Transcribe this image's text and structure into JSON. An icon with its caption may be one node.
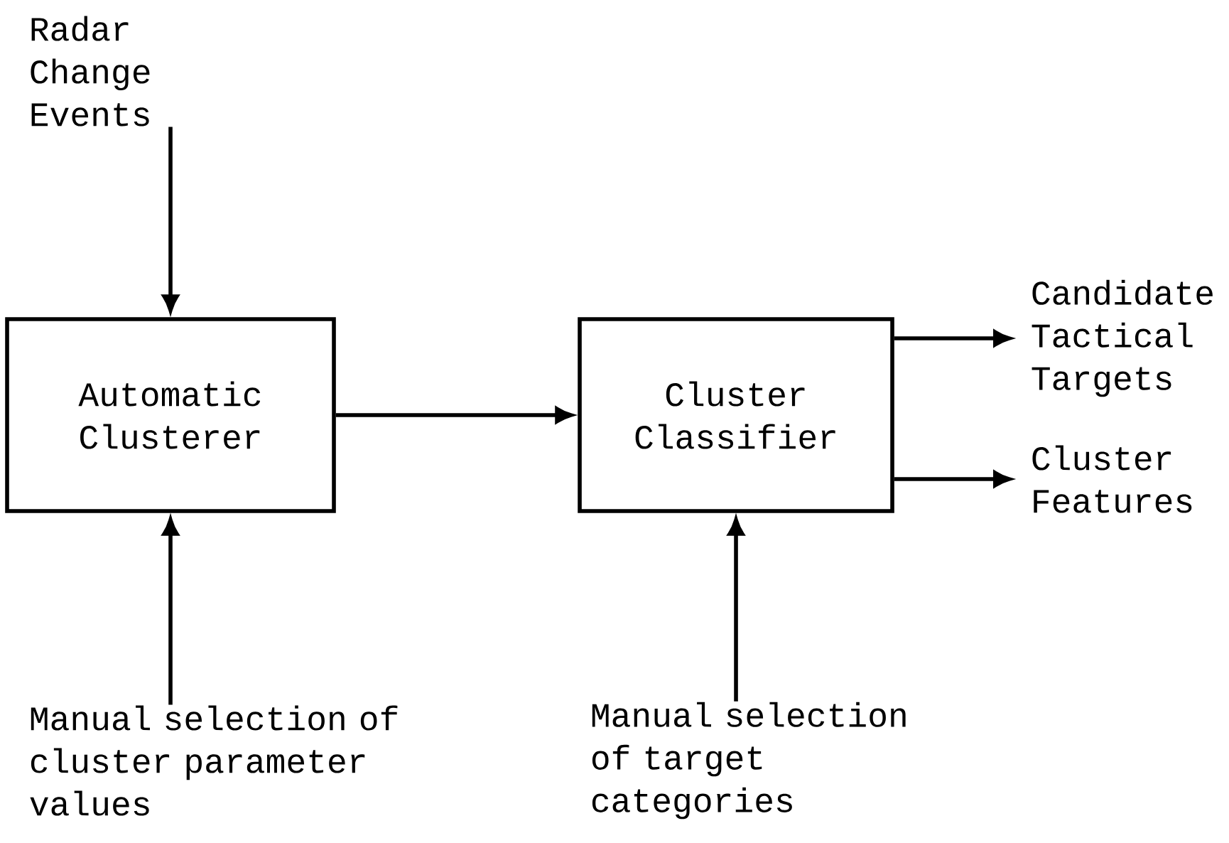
{
  "diagram": {
    "nodes": [
      {
        "text": [
          "Radar Change Events"
        ]
      },
      {
        "text": [
          "Automatic Clusterer"
        ]
      },
      {
        "text": [
          "Cluster Classifier"
        ]
      },
      {
        "text": [
          "Candidate Tactical Targets"
        ]
      },
      {
        "text": [
          "Cluster Features"
        ]
      },
      {
        "text": [
          "Manual selection of cluster parameter values"
        ]
      },
      {
        "text": [
          "Manual selection of target categories"
        ]
      }
    ],
    "edges": [
      {
        "from": 0,
        "to": 1,
        "arrow": "to"
      },
      {
        "from": 1,
        "to": 2,
        "arrow": "to"
      },
      {
        "from": 2,
        "to": 3,
        "arrow": "to"
      },
      {
        "from": 2,
        "to": 4,
        "arrow": "to"
      },
      {
        "from": 5,
        "to": 1,
        "arrow": "to"
      },
      {
        "from": 6,
        "to": 2,
        "arrow": "to"
      }
    ]
  }
}
